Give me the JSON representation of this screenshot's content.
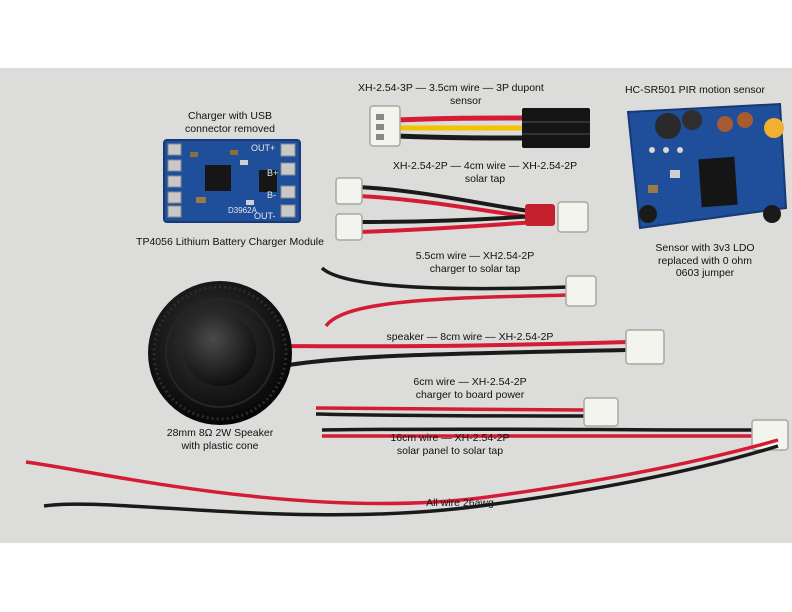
{
  "labels": {
    "charger_title": [
      "Charger with USB",
      "connector removed"
    ],
    "charger_module": [
      "TP4056 Lithium Battery Charger Module"
    ],
    "sensor_cable": [
      "XH-2.54-3P — 3.5cm wire — 3P dupont",
      "sensor"
    ],
    "pir_title": [
      "HC-SR501 PIR motion sensor"
    ],
    "solar_tap": [
      "XH-2.54-2P — 4cm wire — XH-2.54-2P",
      "solar tap"
    ],
    "sensor_note": [
      "Sensor with 3v3 LDO",
      "replaced with 0 ohm",
      "0603 jumper"
    ],
    "charger_tap": [
      "5.5cm wire — XH2.54-2P",
      "charger to solar tap"
    ],
    "speaker_wire": [
      "speaker — 8cm wire — XH-2.54-2P"
    ],
    "board_power": [
      "6cm wire — XH-2.54-2P",
      "charger to board power"
    ],
    "speaker": [
      "28mm 8Ω 2W Speaker",
      "with plastic cone"
    ],
    "solar_panel": [
      "16cm wire — XH-2.54-2P",
      "solar panel to solar tap"
    ],
    "wire_gauge": [
      "All wire 26awg"
    ]
  },
  "pcb_text": {
    "out_plus": "OUT+",
    "b_plus": "B+",
    "b_minus": "B-",
    "out_minus": "OUT-",
    "chip": "D3962A"
  },
  "colors": {
    "background": "#dcdcda",
    "wire_red": "#d41c34",
    "wire_black": "#1a1a1a",
    "wire_yellow": "#f2c300",
    "pcb_blue": "#1f4e9a",
    "connector_white": "#f4f4ee"
  }
}
